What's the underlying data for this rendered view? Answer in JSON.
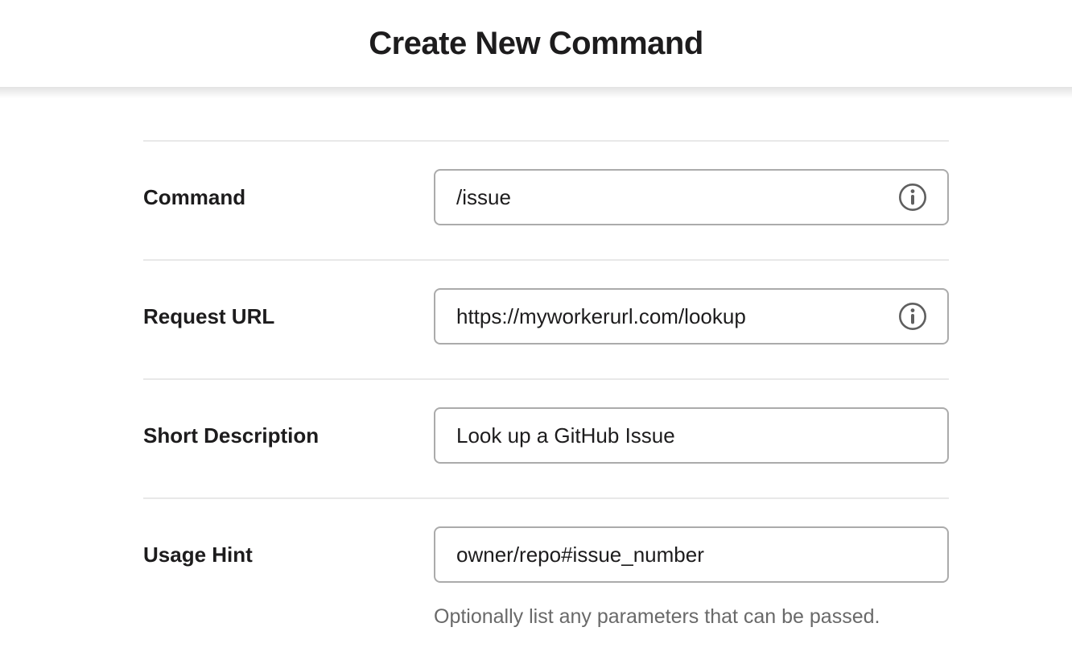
{
  "header": {
    "title": "Create New Command"
  },
  "form": {
    "fields": [
      {
        "label": "Command",
        "value": "/issue",
        "has_info_icon": true
      },
      {
        "label": "Request URL",
        "value": "https://myworkerurl.com/lookup",
        "has_info_icon": true
      },
      {
        "label": "Short Description",
        "value": "Look up a GitHub Issue",
        "has_info_icon": false
      },
      {
        "label": "Usage Hint",
        "value": "owner/repo#issue_number",
        "has_info_icon": false,
        "helper": "Optionally list any parameters that can be passed."
      }
    ]
  },
  "icons": {
    "info_icon": "ⓘ"
  },
  "colors": {
    "text": "#1d1c1d",
    "muted_text": "#696969",
    "input_border": "#ababab",
    "divider": "#e8e8e8",
    "icon": "#5f5f5f"
  }
}
